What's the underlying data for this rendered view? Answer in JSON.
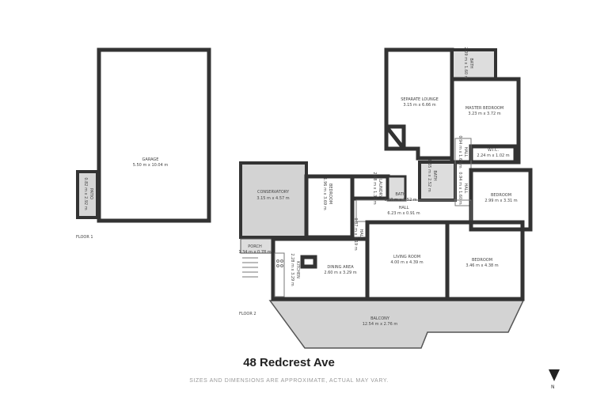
{
  "address": "48 Redcrest Ave",
  "disclaimer": "SIZES AND DIMENSIONS ARE APPROXIMATE, ACTUAL MAY VARY.",
  "floors": [
    "FLOOR 1",
    "FLOOR 2"
  ],
  "north_label": "N",
  "rooms": [
    {
      "name": "GARAGE",
      "dims": "5.50 m x 10.04 m"
    },
    {
      "name": "PATIO",
      "dims": "0.82 m x 2.92 m"
    },
    {
      "name": "CONSERVATORY",
      "dims": "3.15 m x 4.57 m"
    },
    {
      "name": "BEDROOM",
      "dims": "1.96 m x 3.69 m"
    },
    {
      "name": "LAUNDRY",
      "dims": "2.68 m x 1.32 m"
    },
    {
      "name": "BATH",
      "dims": "0.68 m x 1.52 m"
    },
    {
      "name": "SEPARATE LOUNGE",
      "dims": "3.15 m x 6.66 m"
    },
    {
      "name": "BATH",
      "dims": "2.09 m x 1.60 m"
    },
    {
      "name": "MASTER BEDROOM",
      "dims": "3.23 m x 3.72 m"
    },
    {
      "name": "W.I.C.",
      "dims": "2.24 m x 1.02 m"
    },
    {
      "name": "HALL",
      "dims": "0.94 m x 1.60 m"
    },
    {
      "name": "BATH",
      "dims": "1.65 m x 2.52 m"
    },
    {
      "name": "HALL",
      "dims": "0.94 m x 1.60 m"
    },
    {
      "name": "BEDROOM",
      "dims": "2.99 m x 3.31 m"
    },
    {
      "name": "HALL",
      "dims": "6.23 m x 0.91 m"
    },
    {
      "name": "HALL",
      "dims": "0.87 m x 1.19 m"
    },
    {
      "name": "PORCH",
      "dims": "1.34 m x 0.78 m"
    },
    {
      "name": "KITCHEN",
      "dims": "2.28 m x 3.29 m"
    },
    {
      "name": "DINING AREA",
      "dims": "2.60 m x 3.29 m"
    },
    {
      "name": "LIVING ROOM",
      "dims": "4.00 m x 4.39 m"
    },
    {
      "name": "BEDROOM",
      "dims": "3.46 m x 4.38 m"
    },
    {
      "name": "BALCONY",
      "dims": "12.54 m x 2.76 m"
    }
  ]
}
